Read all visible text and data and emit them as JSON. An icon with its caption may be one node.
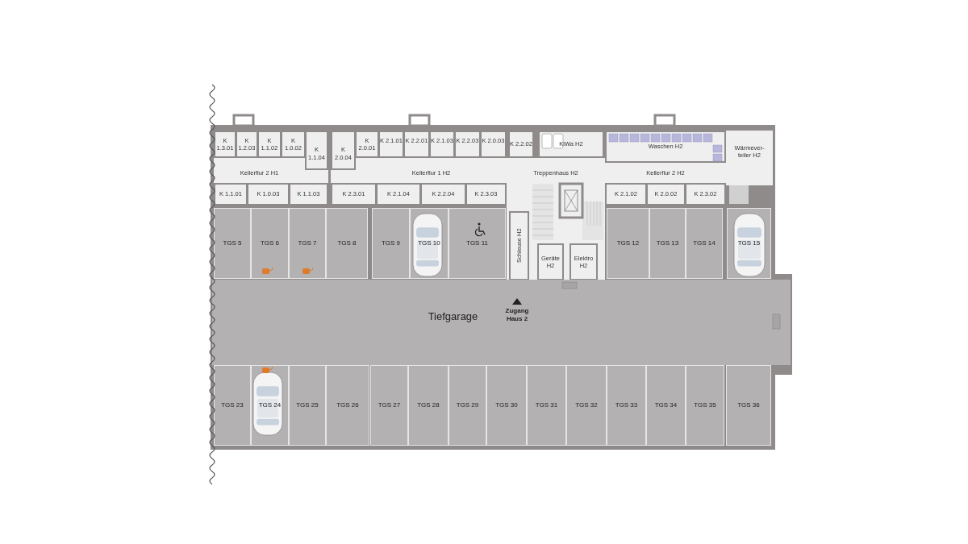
{
  "diagram": {
    "nodes": [
      {
        "text": [
          "K 1.3.01"
        ]
      },
      {
        "text": [
          "K 1.2.03"
        ]
      },
      {
        "text": [
          "K 1.1.02"
        ]
      },
      {
        "text": [
          "K 1.0.02"
        ]
      },
      {
        "text": [
          "K 1.1.04"
        ]
      },
      {
        "text": [
          "K 2.0.04"
        ]
      },
      {
        "text": [
          "K 2.0.01"
        ]
      },
      {
        "text": [
          "K 2.1.01"
        ]
      },
      {
        "text": [
          "K 2.2.01"
        ]
      },
      {
        "text": [
          "K 2.1.03"
        ]
      },
      {
        "text": [
          "K 2.2.03"
        ]
      },
      {
        "text": [
          "K 2.0.03"
        ]
      },
      {
        "text": [
          "K 2.2.02"
        ]
      },
      {
        "text": [
          "KiWa H2"
        ]
      },
      {
        "text": [
          "Waschen H2"
        ]
      },
      {
        "text": [
          "Wärmever- teiler H2"
        ]
      },
      {
        "text": [
          "Kellerflur 2 H1"
        ]
      },
      {
        "text": [
          "Kellerflur 1 H2"
        ]
      },
      {
        "text": [
          "Treppenhaus H2"
        ]
      },
      {
        "text": [
          "Kellerflur 2 H2"
        ]
      },
      {
        "text": [
          "K 1.1.01"
        ]
      },
      {
        "text": [
          "K 1.0.03"
        ]
      },
      {
        "text": [
          "K 1.1.03"
        ]
      },
      {
        "text": [
          "K 2.3.01"
        ]
      },
      {
        "text": [
          "K 2.1.04"
        ]
      },
      {
        "text": [
          "K 2.2.04"
        ]
      },
      {
        "text": [
          "K 2.3.03"
        ]
      },
      {
        "text": [
          "K 2.1.02"
        ]
      },
      {
        "text": [
          "K 2.0.02"
        ]
      },
      {
        "text": [
          "K 2.3.02"
        ]
      },
      {
        "text": [
          "TGS 5"
        ]
      },
      {
        "text": [
          "TGS 6"
        ]
      },
      {
        "text": [
          "TGS 7"
        ]
      },
      {
        "text": [
          "TGS 8"
        ]
      },
      {
        "text": [
          "TGS 9"
        ]
      },
      {
        "text": [
          "TGS 10"
        ]
      },
      {
        "text": [
          "TGS 11"
        ]
      },
      {
        "text": [
          "Schleuse H2"
        ],
        "in": 18
      },
      {
        "text": [
          "Geräte H2"
        ],
        "in": 18
      },
      {
        "text": [
          "Elektro H2"
        ],
        "in": 18
      },
      {
        "text": [
          "TGS 12"
        ]
      },
      {
        "text": [
          "TGS 13"
        ]
      },
      {
        "text": [
          "TGS 14"
        ]
      },
      {
        "text": [
          "TGS 15"
        ]
      },
      {
        "text": [
          "Tiefgarage"
        ]
      },
      {
        "text": [
          "TGS 23"
        ]
      },
      {
        "text": [
          "TGS 24"
        ]
      },
      {
        "text": [
          "TGS 25"
        ]
      },
      {
        "text": [
          "TGS 26"
        ]
      },
      {
        "text": [
          "TGS 27"
        ]
      },
      {
        "text": [
          "TGS 28"
        ]
      },
      {
        "text": [
          "TGS 29"
        ]
      },
      {
        "text": [
          "TGS 30"
        ]
      },
      {
        "text": [
          "TGS 31"
        ]
      },
      {
        "text": [
          "TGS 32"
        ]
      },
      {
        "text": [
          "TGS 33"
        ]
      },
      {
        "text": [
          "TGS 34"
        ]
      },
      {
        "text": [
          "TGS 35"
        ]
      },
      {
        "text": [
          "TGS 36"
        ]
      }
    ],
    "labels": [
      "Zugang Haus 2"
    ]
  }
}
